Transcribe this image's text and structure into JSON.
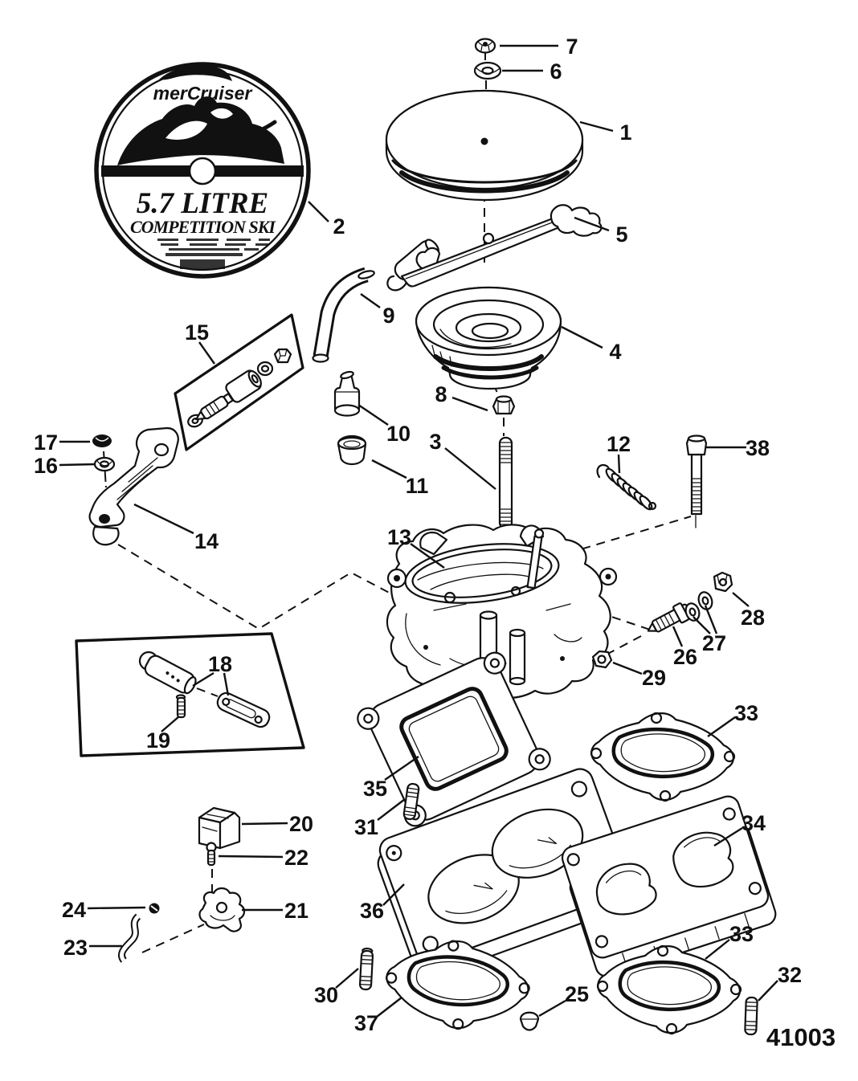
{
  "page": {
    "drawing_number": "41003",
    "ink": "#111111",
    "paper": "#ffffff"
  },
  "decal": {
    "brand": "merCruiser",
    "title": "5.7 LITRE",
    "subtitle": "COMPETITION SKI"
  },
  "callouts": [
    {
      "label": "7",
      "text": [
        712,
        57
      ],
      "leaders": [
        [
          695,
          57,
          622,
          57
        ]
      ]
    },
    {
      "label": "6",
      "text": [
        692,
        88
      ],
      "leaders": [
        [
          676,
          88,
          625,
          88
        ]
      ]
    },
    {
      "label": "1",
      "text": [
        779,
        164
      ],
      "leaders": [
        [
          763,
          163,
          722,
          152
        ]
      ]
    },
    {
      "label": "2",
      "text": [
        422,
        281
      ],
      "leaders": [
        [
          409,
          276,
          384,
          251
        ]
      ]
    },
    {
      "label": "5",
      "text": [
        774,
        291
      ],
      "leaders": [
        [
          758,
          287,
          715,
          271
        ]
      ]
    },
    {
      "label": "9",
      "text": [
        484,
        392
      ],
      "leaders": [
        [
          473,
          383,
          449,
          366
        ]
      ]
    },
    {
      "label": "4",
      "text": [
        766,
        437
      ],
      "leaders": [
        [
          750,
          433,
          699,
          407
        ]
      ]
    },
    {
      "label": "15",
      "text": [
        245,
        413
      ],
      "leaders": [
        [
          248,
          426,
          267,
          453
        ]
      ]
    },
    {
      "label": "8",
      "text": [
        549,
        490
      ],
      "leaders": [
        [
          563,
          495,
          607,
          511
        ]
      ]
    },
    {
      "label": "10",
      "text": [
        496,
        539
      ],
      "leaders": [
        [
          483,
          529,
          446,
          504
        ]
      ]
    },
    {
      "label": "17",
      "text": [
        57,
        550
      ],
      "leaders": [
        [
          74,
          550,
          112,
          550
        ]
      ]
    },
    {
      "label": "3",
      "text": [
        542,
        549
      ],
      "leaders": [
        [
          554,
          558,
          617,
          609
        ]
      ]
    },
    {
      "label": "12",
      "text": [
        770,
        552
      ],
      "leaders": [
        [
          770,
          566,
          771,
          589
        ]
      ]
    },
    {
      "label": "38",
      "text": [
        943,
        557
      ],
      "leaders": [
        [
          929,
          557,
          878,
          557
        ]
      ]
    },
    {
      "label": "16",
      "text": [
        57,
        579
      ],
      "leaders": [
        [
          74,
          579,
          119,
          578
        ]
      ]
    },
    {
      "label": "11",
      "text": [
        519,
        604
      ],
      "leaders": [
        [
          506,
          595,
          463,
          573
        ]
      ]
    },
    {
      "label": "14",
      "text": [
        257,
        673
      ],
      "leaders": [
        [
          241,
          664,
          167,
          628
        ]
      ]
    },
    {
      "label": "13",
      "text": [
        497,
        668
      ],
      "leaders": [
        [
          511,
          677,
          553,
          707
        ]
      ]
    },
    {
      "label": "28",
      "text": [
        937,
        768
      ],
      "leaders": [
        [
          932,
          755,
          912,
          738
        ]
      ]
    },
    {
      "label": "27",
      "text": [
        889,
        800
      ],
      "leaders": [
        [
          884,
          789,
          863,
          768
        ],
        [
          892,
          789,
          878,
          754
        ]
      ]
    },
    {
      "label": "26",
      "text": [
        853,
        817
      ],
      "leaders": [
        [
          849,
          805,
          838,
          780
        ]
      ]
    },
    {
      "label": "29",
      "text": [
        814,
        843
      ],
      "leaders": [
        [
          799,
          839,
          763,
          825
        ]
      ]
    },
    {
      "label": "18",
      "text": [
        274,
        826
      ],
      "leaders": [
        [
          266,
          838,
          240,
          854
        ],
        [
          279,
          838,
          284,
          866
        ]
      ]
    },
    {
      "label": "19",
      "text": [
        197,
        921
      ],
      "leaders": [
        [
          201,
          911,
          223,
          892
        ]
      ]
    },
    {
      "label": "33",
      "text": [
        929,
        887
      ],
      "leaders": [
        [
          915,
          893,
          881,
          917
        ]
      ]
    },
    {
      "label": "35",
      "text": [
        467,
        981
      ],
      "leaders": [
        [
          479,
          971,
          521,
          942
        ]
      ]
    },
    {
      "label": "31",
      "text": [
        456,
        1029
      ],
      "leaders": [
        [
          470,
          1021,
          504,
          995
        ]
      ]
    },
    {
      "label": "20",
      "text": [
        375,
        1025
      ],
      "leaders": [
        [
          358,
          1025,
          301,
          1026
        ]
      ]
    },
    {
      "label": "22",
      "text": [
        369,
        1067
      ],
      "leaders": [
        [
          352,
          1067,
          272,
          1066
        ]
      ]
    },
    {
      "label": "34",
      "text": [
        938,
        1024
      ],
      "leaders": [
        [
          924,
          1031,
          889,
          1053
        ]
      ]
    },
    {
      "label": "24",
      "text": [
        92,
        1132
      ],
      "leaders": [
        [
          109,
          1131,
          181,
          1130
        ]
      ]
    },
    {
      "label": "21",
      "text": [
        369,
        1133
      ],
      "leaders": [
        [
          352,
          1133,
          301,
          1133
        ]
      ]
    },
    {
      "label": "36",
      "text": [
        463,
        1133
      ],
      "leaders": [
        [
          477,
          1127,
          503,
          1101
        ]
      ]
    },
    {
      "label": "23",
      "text": [
        94,
        1179
      ],
      "leaders": [
        [
          111,
          1178,
          152,
          1178
        ]
      ]
    },
    {
      "label": "30",
      "text": [
        406,
        1238
      ],
      "leaders": [
        [
          418,
          1230,
          446,
          1206
        ]
      ]
    },
    {
      "label": "33",
      "text": [
        923,
        1162
      ],
      "leaders": [
        [
          908,
          1170,
          878,
          1194
        ]
      ]
    },
    {
      "label": "37",
      "text": [
        456,
        1273
      ],
      "leaders": [
        [
          469,
          1266,
          500,
          1242
        ]
      ]
    },
    {
      "label": "25",
      "text": [
        718,
        1237
      ],
      "leaders": [
        [
          704,
          1246,
          671,
          1265
        ]
      ]
    },
    {
      "label": "32",
      "text": [
        983,
        1213
      ],
      "leaders": [
        [
          968,
          1221,
          944,
          1246
        ]
      ]
    }
  ]
}
